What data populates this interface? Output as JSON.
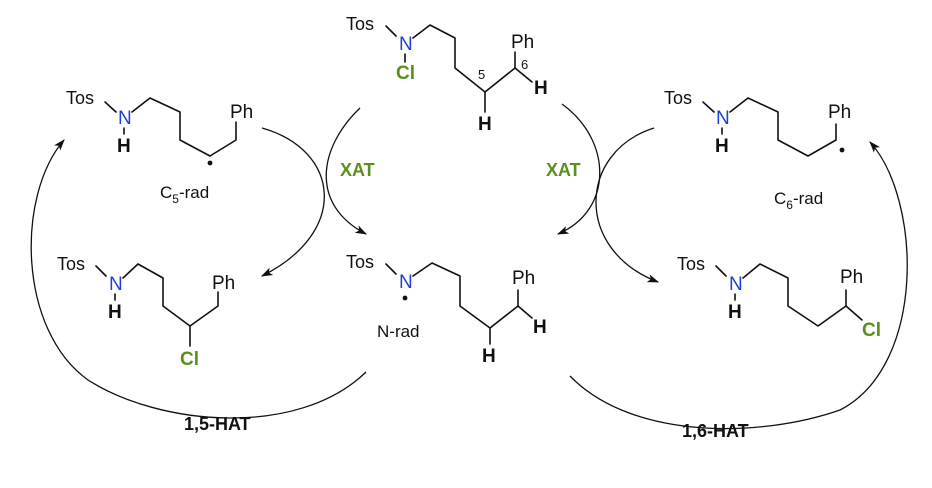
{
  "molecules": {
    "start": {
      "tos": "Tos",
      "n": "N",
      "cl": "Cl",
      "ph": "Ph",
      "h1": "H",
      "h2": "H",
      "pos5": "5",
      "pos6": "6"
    },
    "c5_rad": {
      "tos": "Tos",
      "n": "N",
      "h": "H",
      "ph": "Ph",
      "name_c": "C",
      "name_sub": "5",
      "name_rest": "-rad"
    },
    "c6_rad": {
      "tos": "Tos",
      "n": "N",
      "h": "H",
      "ph": "Ph",
      "name_c": "C",
      "name_sub": "6",
      "name_rest": "-rad"
    },
    "n_rad": {
      "tos": "Tos",
      "n": "N",
      "ph": "Ph",
      "h1": "H",
      "h2": "H",
      "name": "N-rad"
    },
    "c5_chloro": {
      "tos": "Tos",
      "n": "N",
      "h": "H",
      "ph": "Ph",
      "cl": "Cl"
    },
    "c6_chloro": {
      "tos": "Tos",
      "n": "N",
      "h": "H",
      "ph": "Ph",
      "cl": "Cl"
    }
  },
  "labels": {
    "xat_left": "XAT",
    "xat_right": "XAT",
    "hat_15": "1,5-HAT",
    "hat_16": "1,6-HAT"
  },
  "colors": {
    "nitrogen": "#1f3fd6",
    "chlorine": "#5a8f1e",
    "xat": "#5a8f1e",
    "ink": "#111111"
  }
}
